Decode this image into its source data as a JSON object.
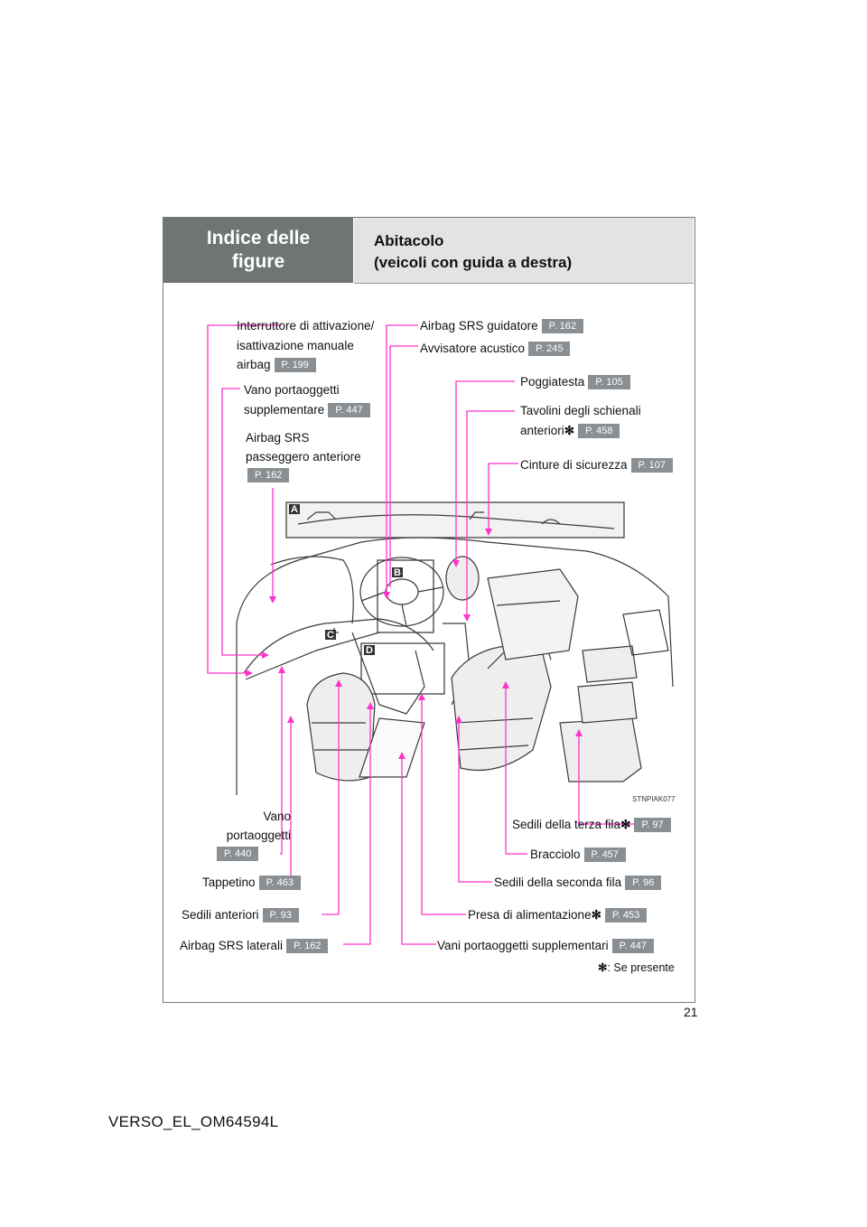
{
  "header": {
    "section_line1": "Indice delle",
    "section_line2": "figure",
    "title_line1": "Abitacolo",
    "title_line2": "(veicoli con guida a destra)"
  },
  "labels": {
    "interruttore_l1": "Interruttore di attivazione/",
    "interruttore_l2": "isattivazione manuale",
    "interruttore_l3": "airbag",
    "interruttore_page": "P. 199",
    "vano_supp_l1": "Vano portaoggetti",
    "vano_supp_l2": "supplementare",
    "vano_supp_page": "P. 447",
    "airbag_pass_l1": "Airbag SRS",
    "airbag_pass_l2": "passeggero anteriore",
    "airbag_pass_page": "P. 162",
    "airbag_guid": "Airbag SRS guidatore",
    "airbag_guid_page": "P. 162",
    "avvisatore": "Avvisatore acustico",
    "avvisatore_page": "P. 245",
    "poggiatesta": "Poggiatesta",
    "poggiatesta_page": "P. 105",
    "tavolini_l1": "Tavolini degli schienali",
    "tavolini_l2": "anteriori",
    "tavolini_page": "P. 458",
    "cinture": "Cinture di sicurezza",
    "cinture_page": "P. 107",
    "vano_l1": "Vano",
    "vano_l2": "portaoggetti",
    "vano_page": "P. 440",
    "tappetino": "Tappetino",
    "tappetino_page": "P. 463",
    "sedili_ant": "Sedili anteriori",
    "sedili_ant_page": "P. 93",
    "airbag_lat": "Airbag SRS laterali",
    "airbag_lat_page": "P. 162",
    "terza_fila": "Sedili della terza fila",
    "terza_fila_page": "P. 97",
    "bracciolo": "Bracciolo",
    "bracciolo_page": "P. 457",
    "seconda_fila": "Sedili della seconda fila",
    "seconda_fila_page": "P. 96",
    "presa": "Presa di alimentazione",
    "presa_page": "P. 453",
    "vani_supp": "Vani portaoggetti supplementari",
    "vani_supp_page": "P. 447",
    "asterisk": "✻",
    "note": ": Se presente"
  },
  "callouts": {
    "a": "A",
    "b": "B",
    "c": "C",
    "d": "D"
  },
  "image_code": "STNPIAK077",
  "page_number": "21",
  "footer": "VERSO_EL_OM64594L",
  "colors": {
    "leader": "#ff33cc",
    "badge": "#8a8f93",
    "header_dark": "#6e7572",
    "header_light": "#e3e3e3"
  }
}
